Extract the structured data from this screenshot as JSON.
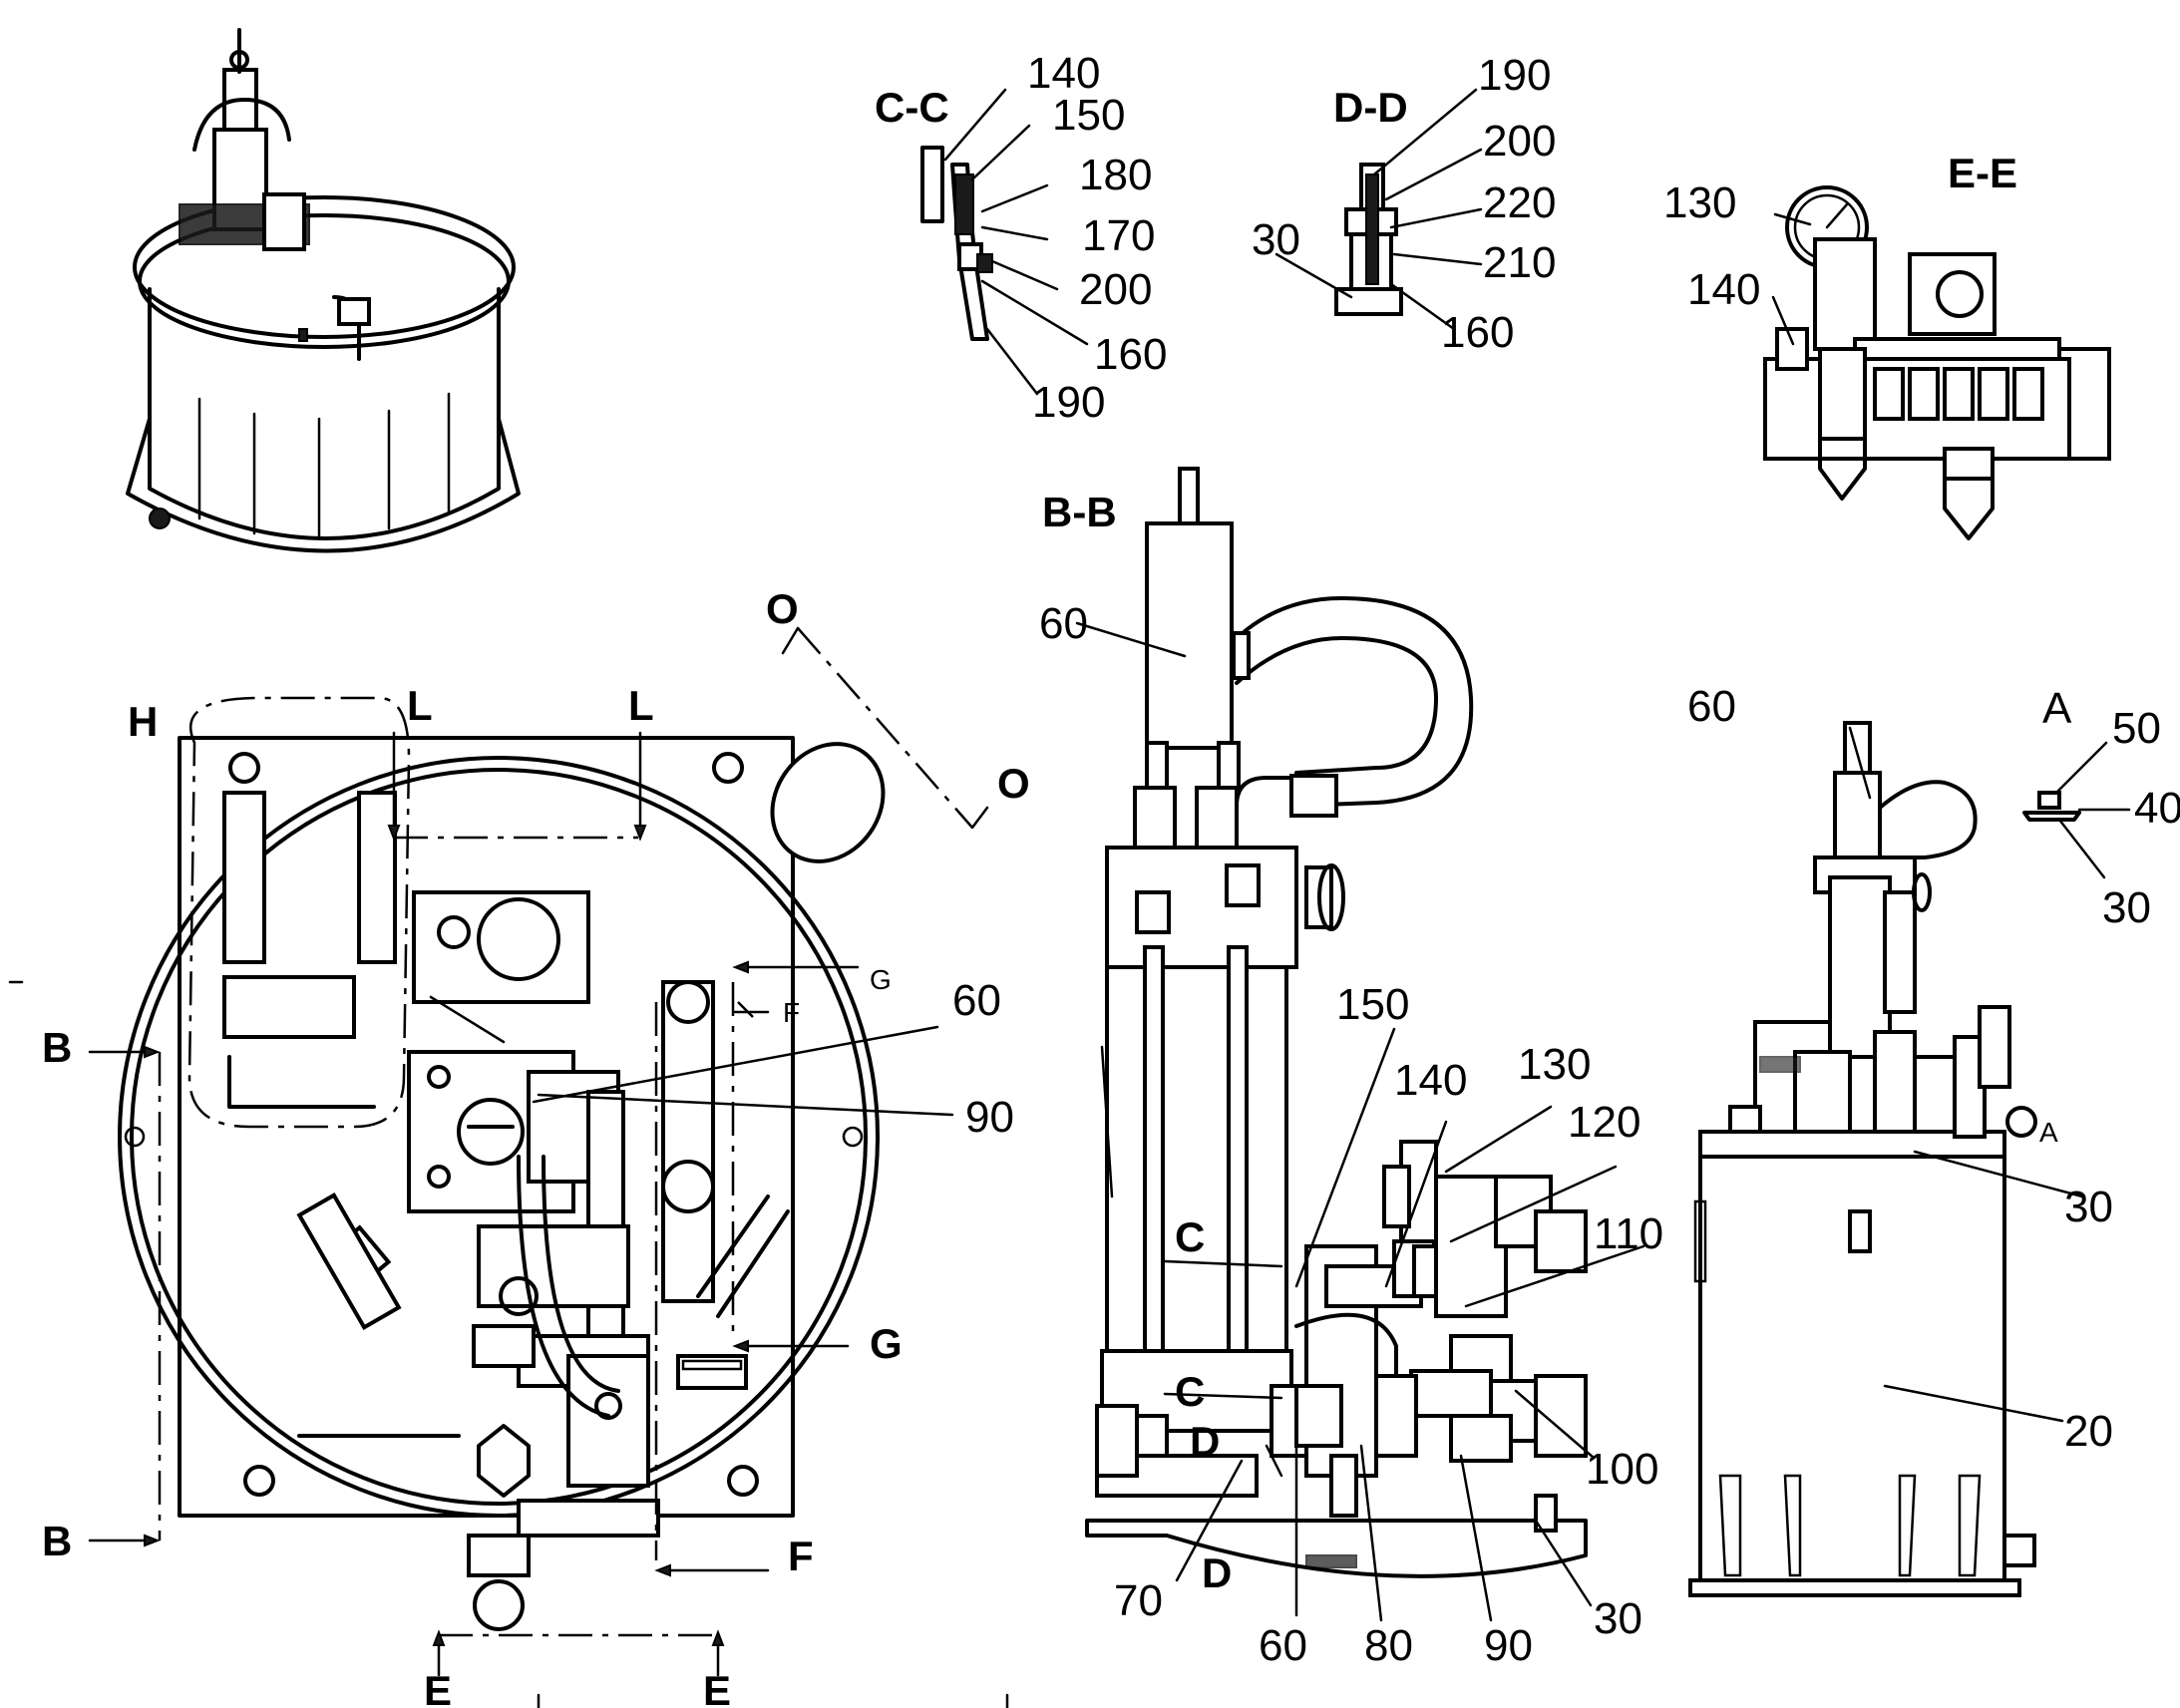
{
  "sections": {
    "cc": "C-C",
    "dd": "D-D",
    "ee": "E-E",
    "bb": "B-B"
  },
  "markers": {
    "H": "H",
    "L": "L",
    "O": "O",
    "B": "B",
    "E": "E",
    "F": "F",
    "G": "G",
    "C": "C",
    "D": "D",
    "A": "A"
  },
  "callouts": {
    "cc": [
      "140",
      "150",
      "180",
      "170",
      "200",
      "160",
      "190"
    ],
    "dd": [
      "190",
      "200",
      "220",
      "210",
      "30",
      "160"
    ],
    "ee": [
      "130",
      "140"
    ],
    "plan": [
      "60",
      "90"
    ],
    "bb": [
      "60",
      "150",
      "140",
      "130",
      "120",
      "110",
      "100",
      "70",
      "60",
      "80",
      "90",
      "30"
    ],
    "side": [
      "60",
      "30",
      "20"
    ],
    "detail_a": [
      "50",
      "40",
      "30"
    ]
  }
}
